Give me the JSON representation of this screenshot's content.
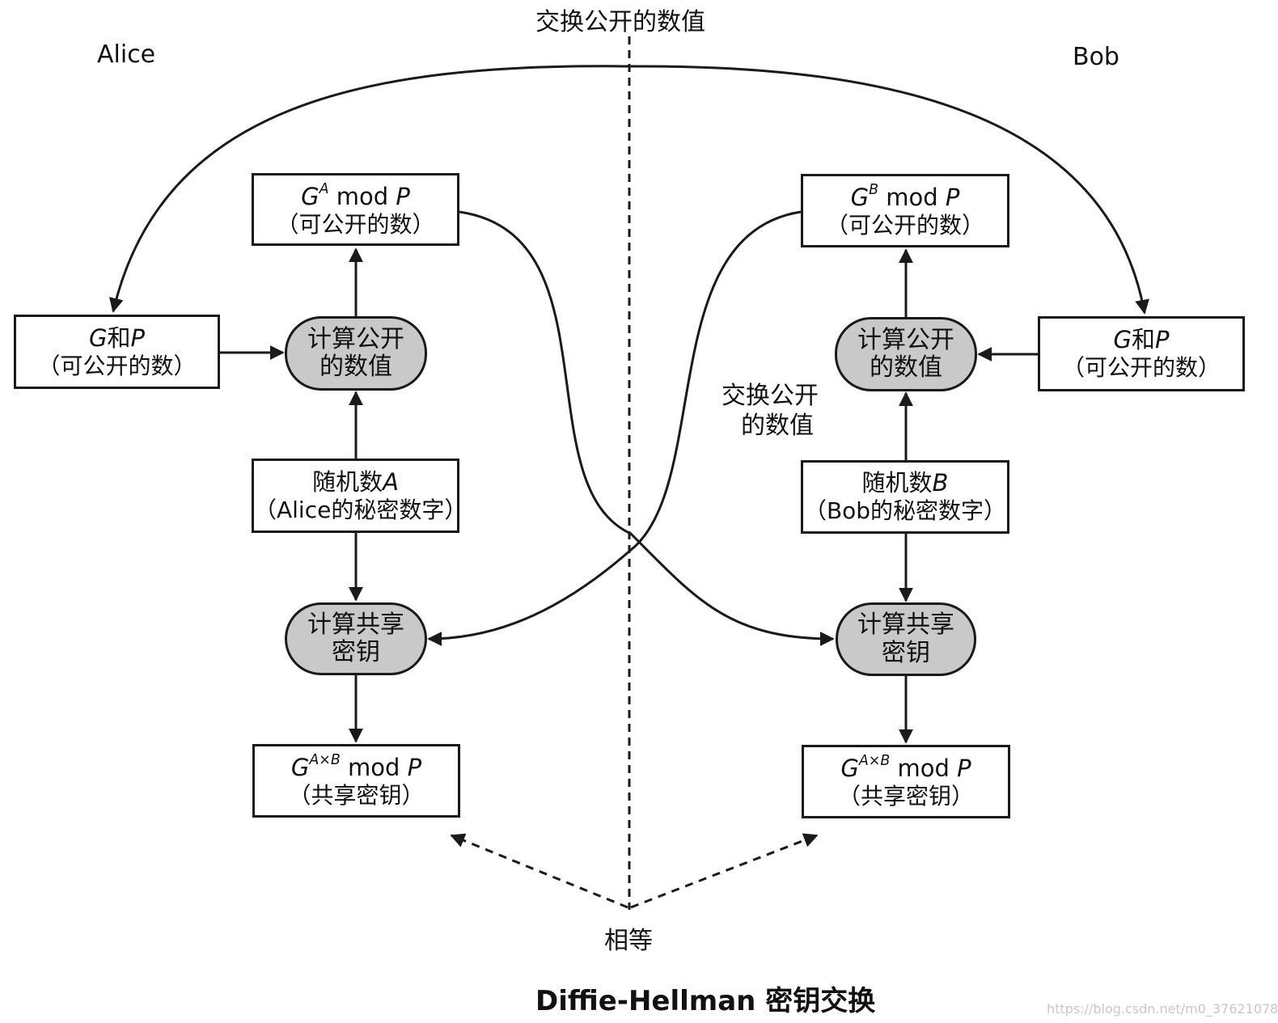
{
  "labels": {
    "top": "交换公开的数值",
    "alice": "Alice",
    "bob": "Bob",
    "middle_line1": "交换公开",
    "middle_line2": "的数值",
    "equal": "相等",
    "caption": "Diffie-Hellman 密钥交换",
    "watermark": "https://blog.csdn.net/m0_37621078"
  },
  "alice": {
    "ga_base": "G",
    "ga_exp": "A",
    "ga_rest": " mod ",
    "ga_p": "P",
    "ga_sub": "（可公开的数）",
    "gp_g": "G",
    "gp_and": "和",
    "gp_p": "P",
    "gp_sub": "（可公开的数）",
    "calc_public_1": "计算公开",
    "calc_public_2": "的数值",
    "rand_title": "随机数",
    "rand_var": "A",
    "rand_sub": "（Alice的秘密数字）",
    "calc_shared_1": "计算共享",
    "calc_shared_2": "密钥",
    "key_base": "G",
    "key_exp": "A×B",
    "key_rest": " mod ",
    "key_p": "P",
    "key_sub": "（共享密钥）"
  },
  "bob": {
    "gb_base": "G",
    "gb_exp": "B",
    "gb_rest": " mod ",
    "gb_p": "P",
    "gb_sub": "（可公开的数）",
    "gp_g": "G",
    "gp_and": "和",
    "gp_p": "P",
    "gp_sub": "（可公开的数）",
    "calc_public_1": "计算公开",
    "calc_public_2": "的数值",
    "rand_title": "随机数",
    "rand_var": "B",
    "rand_sub": "（Bob的秘密数字）",
    "calc_shared_1": "计算共享",
    "calc_shared_2": "密钥",
    "key_base": "G",
    "key_exp": "A×B",
    "key_rest": " mod ",
    "key_p": "P",
    "key_sub": "（共享密钥）"
  },
  "colors": {
    "line": "#1a1a1a",
    "pill_fill": "#c9c9c9"
  }
}
